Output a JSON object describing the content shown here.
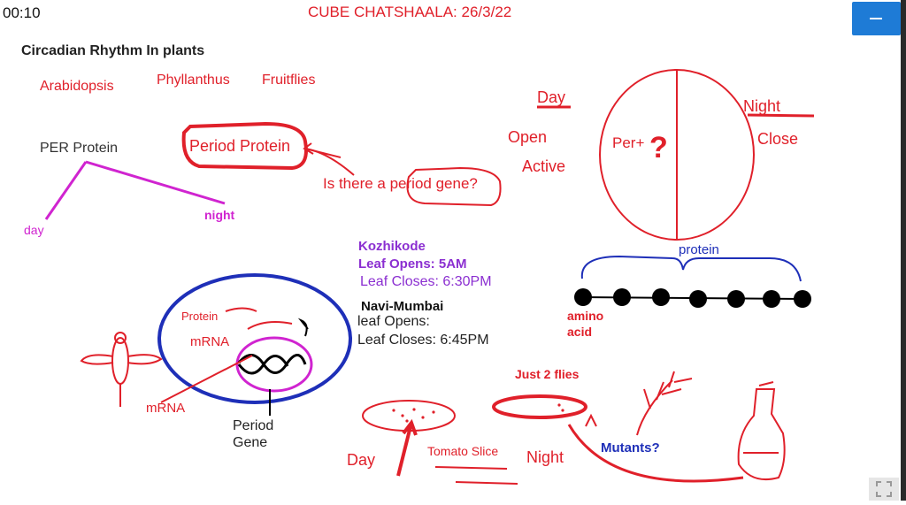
{
  "header": {
    "timer": "00:10",
    "title": "CUBE CHATSHAALA: 26/3/22"
  },
  "board": {
    "heading": "Circadian Rhythm In plants",
    "organisms": [
      "Arabidopsis",
      "Phyllanthus",
      "Fruitflies"
    ],
    "per_protein": "PER Protein",
    "period_protein": "Period Protein",
    "question": "Is there  a period gene?",
    "day_left": "day",
    "night_left": "night",
    "day_label": "Day",
    "night_label": "Night",
    "open": "Open",
    "active": "Active",
    "close": "Close",
    "per_plus": "Per+",
    "question_mark": "?",
    "kozhikode": "Kozhikode",
    "leaf_opens_koz": "Leaf Opens: 5AM",
    "leaf_closes_koz": "Leaf Closes: 6:30PM",
    "navi_mumbai": "Navi-Mumbai",
    "leaf_opens_nm": "leaf Opens:",
    "leaf_closes_nm": "Leaf Closes: 6:45PM",
    "protein_cell": "Protein",
    "mrna_cell": "mRNA",
    "mrna_lower": "mRNA",
    "period_gene": "Period\nGene",
    "protein_chain": "protein",
    "amino_acid": "amino\nacid",
    "just_2_flies": "Just 2 flies",
    "day_bottom": "Day",
    "tomato_slice": "Tomato Slice",
    "night_bottom": "Night",
    "mutants": "Mutants?"
  },
  "controls": {
    "minimize_icon": "minimize-icon",
    "expand_icon": "expand-icon"
  },
  "colors": {
    "ink_red": "#e0202a",
    "ink_purple": "#8b2fd1",
    "ink_magenta": "#d024d0",
    "ink_blue": "#1e2fb8",
    "button_blue": "#1e7bd6"
  }
}
